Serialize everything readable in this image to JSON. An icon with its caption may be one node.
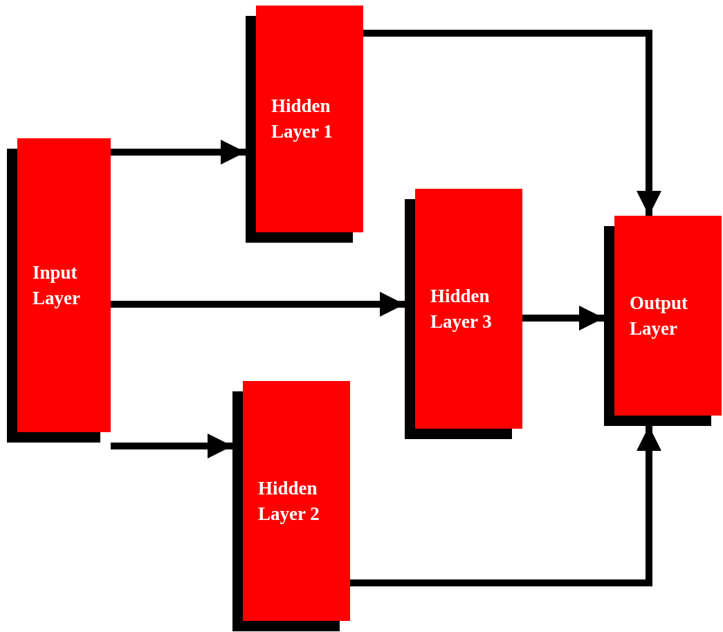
{
  "diagram": {
    "nodes": [
      {
        "text": [
          "Input Layer"
        ]
      },
      {
        "text": [
          "Hidden Layer 1"
        ]
      },
      {
        "text": [
          "Hidden Layer 3"
        ]
      },
      {
        "text": [
          "Hidden Layer 2"
        ]
      },
      {
        "text": [
          "Output Layer"
        ]
      }
    ],
    "edges": [
      {
        "from": 0,
        "to": 1,
        "arrow": "to"
      },
      {
        "from": 0,
        "to": 2,
        "arrow": "to"
      },
      {
        "from": 0,
        "to": 3,
        "arrow": "to"
      },
      {
        "from": 1,
        "to": 4,
        "arrow": "to"
      },
      {
        "from": 2,
        "to": 4,
        "arrow": "to"
      },
      {
        "from": 3,
        "to": 4,
        "arrow": "to"
      }
    ]
  }
}
